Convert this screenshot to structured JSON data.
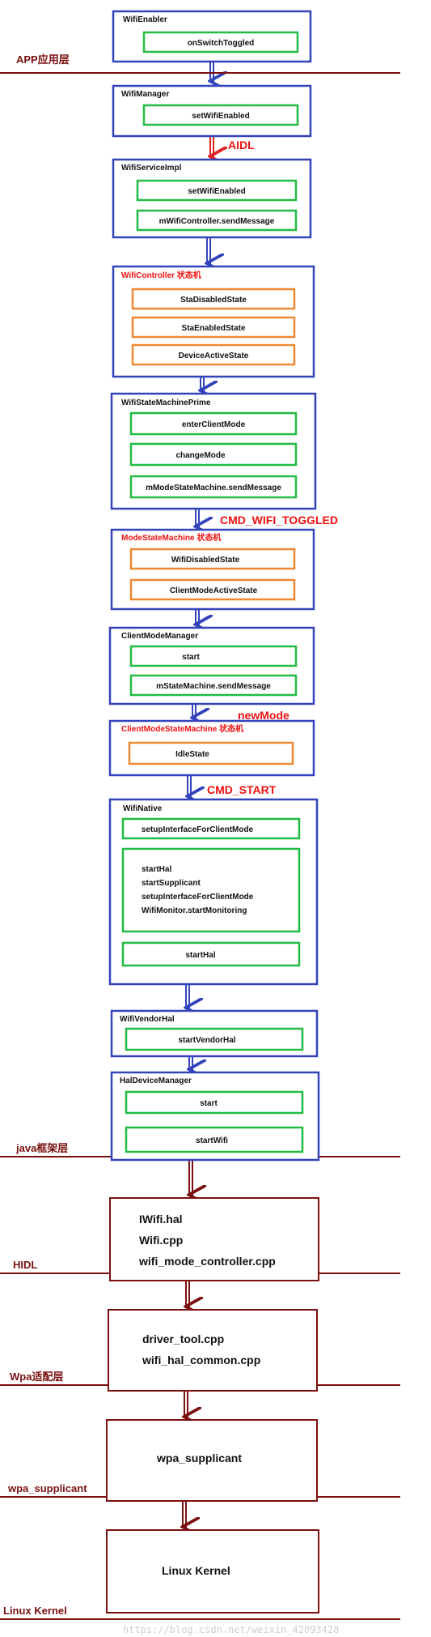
{
  "layers": [
    {
      "label": "APP应用层"
    },
    {
      "label": "java框架层"
    },
    {
      "label": "HIDL"
    },
    {
      "label": "Wpa适配层"
    },
    {
      "label": "wpa_supplicant"
    },
    {
      "label": "Linux Kernel"
    }
  ],
  "modules": [
    {
      "title": "WifiEnabler",
      "items": [
        "onSwitchToggled"
      ]
    },
    {
      "title": "WifiManager",
      "items": [
        "setWifiEnabled"
      ]
    },
    {
      "title": "WifiServiceImpl",
      "items": [
        "setWifiEnabled",
        "mWifiController.sendMessage"
      ]
    },
    {
      "title": "WifiController 状态机",
      "items": [
        "StaDisabledState",
        "StaEnabledState",
        "DeviceActiveState"
      ]
    },
    {
      "title": "WifiStateMachinePrime",
      "items": [
        "enterClientMode",
        "changeMode",
        "mModeStateMachine.sendMessage"
      ]
    },
    {
      "title": "ModeStateMachine 状态机",
      "items": [
        "WifiDisabledState",
        "ClientModeActiveState"
      ]
    },
    {
      "title": "ClientModeManager",
      "items": [
        "start",
        "mStateMachine.sendMessage"
      ]
    },
    {
      "title": "ClientModeStateMachine 状态机",
      "items": [
        "IdleState"
      ]
    },
    {
      "title": "WifiNative",
      "items": [
        "setupInterfaceForClientMode",
        "startHal\nstartSupplicant\nsetupInterfaceForClientMode\nWifiMonitor.startMonitoring",
        "startHal"
      ]
    },
    {
      "title": "WifiVendorHal",
      "items": [
        "startVendorHal"
      ]
    },
    {
      "title": "HalDeviceManager",
      "items": [
        "start",
        "startWifi"
      ]
    }
  ],
  "native_blocks": [
    {
      "lines": [
        "IWifi.hal",
        "Wifi.cpp",
        "wifi_mode_controller.cpp"
      ]
    },
    {
      "lines": [
        "driver_tool.cpp",
        "wifi_hal_common.cpp"
      ]
    },
    {
      "lines": [
        "wpa_supplicant"
      ]
    },
    {
      "lines": [
        "Linux Kernel"
      ]
    }
  ],
  "arrow_labels": [
    {
      "text": "AIDL"
    },
    {
      "text": "CMD_WIFI_TOGGLED"
    },
    {
      "text": "newMode"
    },
    {
      "text": "CMD_START"
    }
  ],
  "watermark": "https://blog.csdn.net/weixin_42093428",
  "colors": {
    "module_border": "#3344bb",
    "method_border": "#22bb44",
    "state_border": "#ee8833",
    "arrow": "#3344bb",
    "red_arrow": "#dd2222",
    "dark_red": "#7a1010",
    "red_text": "#ee1111",
    "text": "#111111"
  }
}
